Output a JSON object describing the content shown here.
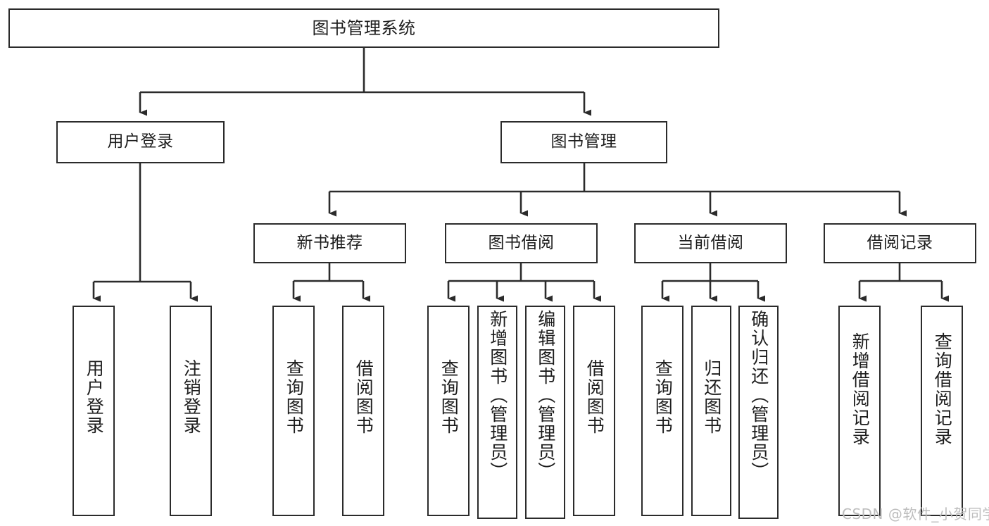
{
  "diagram": {
    "title": "图书管理系统",
    "type": "tree",
    "root": {
      "label": "图书管理系统"
    },
    "level2": [
      {
        "label": "用户登录"
      },
      {
        "label": "图书管理"
      }
    ],
    "level3": [
      {
        "label": "新书推荐"
      },
      {
        "label": "图书借阅"
      },
      {
        "label": "当前借阅"
      },
      {
        "label": "借阅记录"
      }
    ],
    "leaves": {
      "user_login": [
        {
          "label": "用户登录"
        },
        {
          "label": "注销登录"
        }
      ],
      "new_book_recommend": [
        {
          "label": "查询图书"
        },
        {
          "label": "借阅图书"
        }
      ],
      "book_borrow": [
        {
          "label": "查询图书"
        },
        {
          "label": "新增图书（管理员）"
        },
        {
          "label": "编辑图书（管理员）"
        },
        {
          "label": "借阅图书"
        }
      ],
      "current_borrow": [
        {
          "label": "查询图书"
        },
        {
          "label": "归还图书"
        },
        {
          "label": "确认归还（管理员）"
        }
      ],
      "borrow_record": [
        {
          "label": "新增借阅记录"
        },
        {
          "label": "查询借阅记录"
        }
      ]
    }
  },
  "watermark": {
    "text": "CSDN @软件_小贺同学"
  },
  "colors": {
    "stroke": "#2b2b2b",
    "background": "#ffffff",
    "text": "#1d1d1d",
    "watermark": "#bdbdbd"
  }
}
